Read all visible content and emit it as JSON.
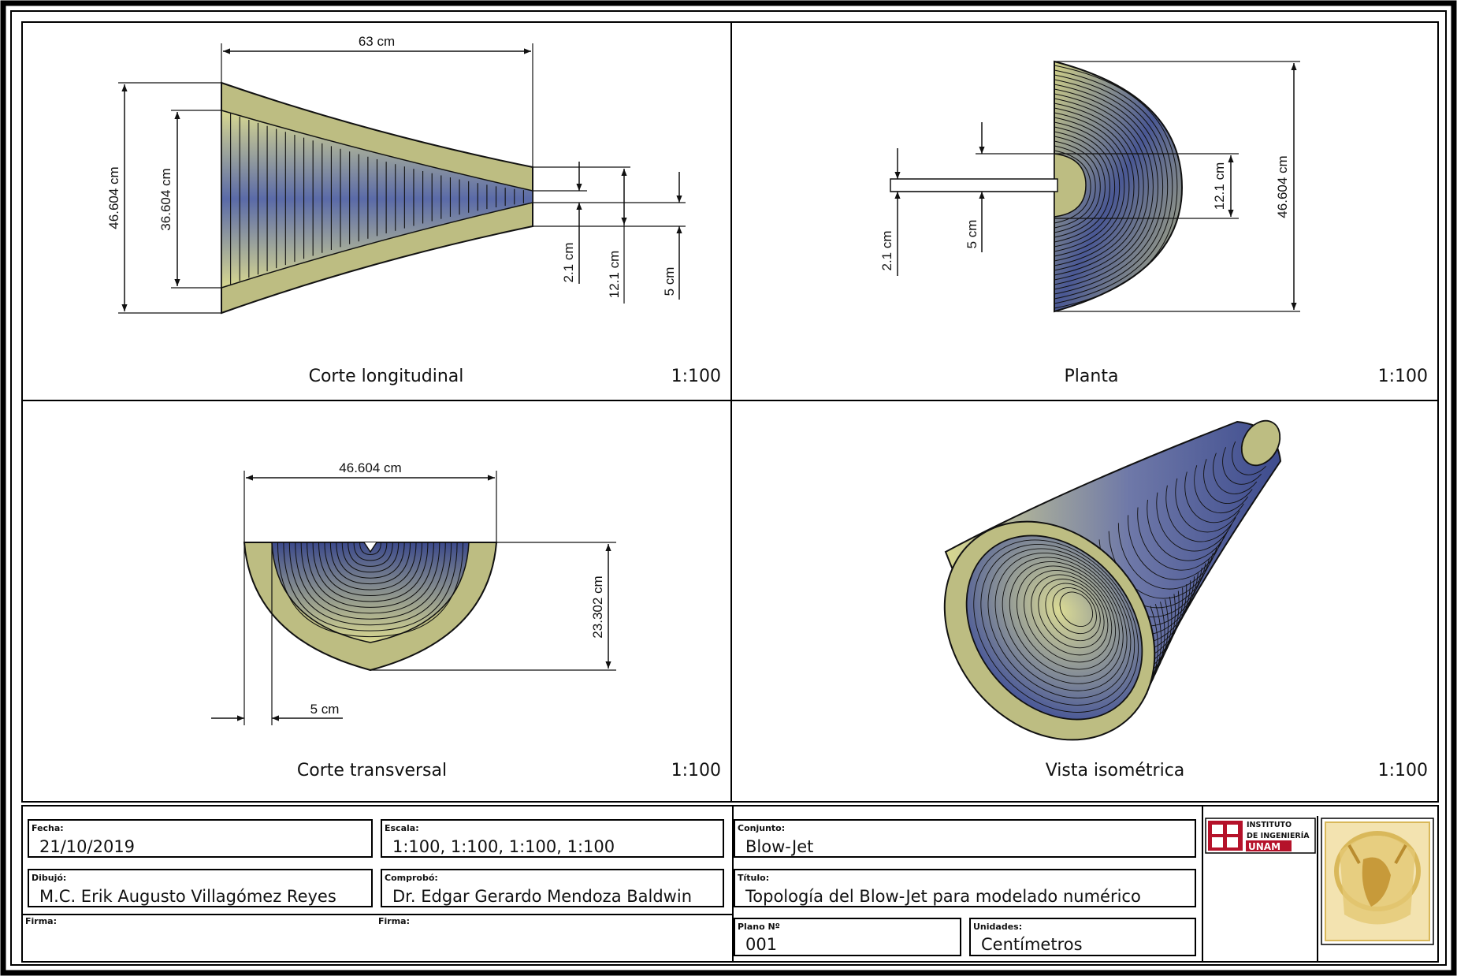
{
  "views": [
    {
      "title": "Corte longitudinal",
      "scale": "1:100"
    },
    {
      "title": "Planta",
      "scale": "1:100"
    },
    {
      "title": "Corte transversal",
      "scale": "1:100"
    },
    {
      "title": "Vista isométrica",
      "scale": "1:100"
    }
  ],
  "dims": {
    "long_63": "63 cm",
    "long_46604": "46.604 cm",
    "long_36604": "36.604 cm",
    "long_21": "2.1 cm",
    "long_121": "12.1 cm",
    "long_5": "5 cm",
    "plan_46604": "46.604 cm",
    "plan_121": "12.1 cm",
    "plan_21": "2.1 cm",
    "plan_5": "5 cm",
    "trans_46604": "46.604 cm",
    "trans_23302": "23.302 cm",
    "trans_5": "5 cm"
  },
  "title_block": {
    "fecha_label": "Fecha:",
    "fecha": "21/10/2019",
    "escala_label": "Escala:",
    "escala": "1:100, 1:100, 1:100, 1:100",
    "conjunto_label": "Conjunto:",
    "conjunto": "Blow-Jet",
    "dibujo_label": "Dibujó:",
    "dibujo": "M.C. Erik Augusto Villagómez Reyes",
    "comprobo_label": "Comprobó:",
    "comprobo": "Dr. Edgar Gerardo Mendoza Baldwin",
    "titulo_label": "Título:",
    "titulo": "Topología del Blow-Jet para modelado numérico",
    "firma1_label": "Firma:",
    "firma2_label": "Firma:",
    "plano_label": "Plano Nº",
    "plano": "001",
    "unidades_label": "Unidades:",
    "unidades": "Centímetros",
    "logo_line1": "INSTITUTO",
    "logo_line2": "DE INGENIERÍA",
    "logo_line3": "UNAM"
  },
  "colors": {
    "shell": "#bdbd82",
    "inner_dark": "#54609a",
    "inner_light": "#d8d890",
    "logo_red": "#b5122a",
    "seal_gold": "#d9b85a"
  }
}
